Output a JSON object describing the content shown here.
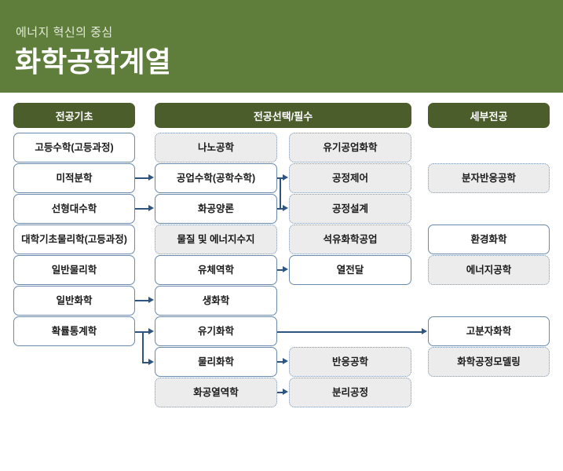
{
  "banner": {
    "subtitle": "에너지 혁신의 중심",
    "title": "화학공학계열",
    "bg_color": "#5F7E3B"
  },
  "theme": {
    "header_pill_color": "#4A5D2B",
    "solid_box_border": "#6A89AC",
    "dashed_box_fill": "#ECECEC",
    "connector_color": "#2E5580"
  },
  "columns": [
    {
      "id": "col-major-basics",
      "header": "전공기초"
    },
    {
      "id": "col-major-elective-required",
      "header": "전공선택/필수"
    },
    {
      "id": "col-specialization",
      "header": "세부전공"
    }
  ],
  "boxes": {
    "c1r1": {
      "label": "고등수학(고등과정)",
      "style": "solid"
    },
    "c1r2": {
      "label": "미적분학",
      "style": "solid"
    },
    "c1r3": {
      "label": "선형대수학",
      "style": "solid"
    },
    "c1r4": {
      "label": "대학기초물리학(고등과정)",
      "style": "solid"
    },
    "c1r5": {
      "label": "일반물리학",
      "style": "solid"
    },
    "c1r6": {
      "label": "일반화학",
      "style": "solid"
    },
    "c1r7": {
      "label": "확률통계학",
      "style": "solid"
    },
    "c2r1": {
      "label": "나노공학",
      "style": "dashed"
    },
    "c2r2": {
      "label": "공업수학(공학수학)",
      "style": "solid"
    },
    "c2r3": {
      "label": "화공양론",
      "style": "solid"
    },
    "c2r4": {
      "label": "물질 및 에너지수지",
      "style": "dashed"
    },
    "c2r5": {
      "label": "유체역학",
      "style": "solid"
    },
    "c2r6": {
      "label": "생화학",
      "style": "solid"
    },
    "c2r7": {
      "label": "유기화학",
      "style": "solid"
    },
    "c2r8": {
      "label": "물리화학",
      "style": "solid"
    },
    "c2r9": {
      "label": "화공열역학",
      "style": "dashed"
    },
    "c3r1": {
      "label": "유기공업화학",
      "style": "dashed"
    },
    "c3r2": {
      "label": "공정제어",
      "style": "dashed"
    },
    "c3r3": {
      "label": "공정설계",
      "style": "dashed"
    },
    "c3r4": {
      "label": "석유화학공업",
      "style": "dashed"
    },
    "c3r5": {
      "label": "열전달",
      "style": "solid"
    },
    "c3r8": {
      "label": "반응공학",
      "style": "dashed"
    },
    "c3r9": {
      "label": "분리공정",
      "style": "dashed"
    },
    "c4r2": {
      "label": "분자반응공학",
      "style": "dashed"
    },
    "c4r4": {
      "label": "환경화학",
      "style": "solid"
    },
    "c4r5": {
      "label": "에너지공학",
      "style": "dashed"
    },
    "c4r7": {
      "label": "고분자화학",
      "style": "solid"
    },
    "c4r8": {
      "label": "화학공정모델링",
      "style": "dashed"
    }
  },
  "connections": [
    {
      "from": "미적분학",
      "to": "공업수학(공학수학)"
    },
    {
      "from": "선형대수학",
      "to": "화공양론"
    },
    {
      "from": "공업수학(공학수학)",
      "to": "공정제어"
    },
    {
      "from": "화공양론",
      "to": "공정설계"
    },
    {
      "from": "유체역학",
      "to": "열전달"
    },
    {
      "from": "일반화학",
      "to": "생화학"
    },
    {
      "from": "확률통계학",
      "to": "유기화학"
    },
    {
      "from": "확률통계학",
      "to": "물리화학"
    },
    {
      "from": "유기화학",
      "to": "고분자화학"
    },
    {
      "from": "물리화학",
      "to": "반응공학"
    },
    {
      "from": "화공열역학",
      "to": "분리공정"
    }
  ]
}
